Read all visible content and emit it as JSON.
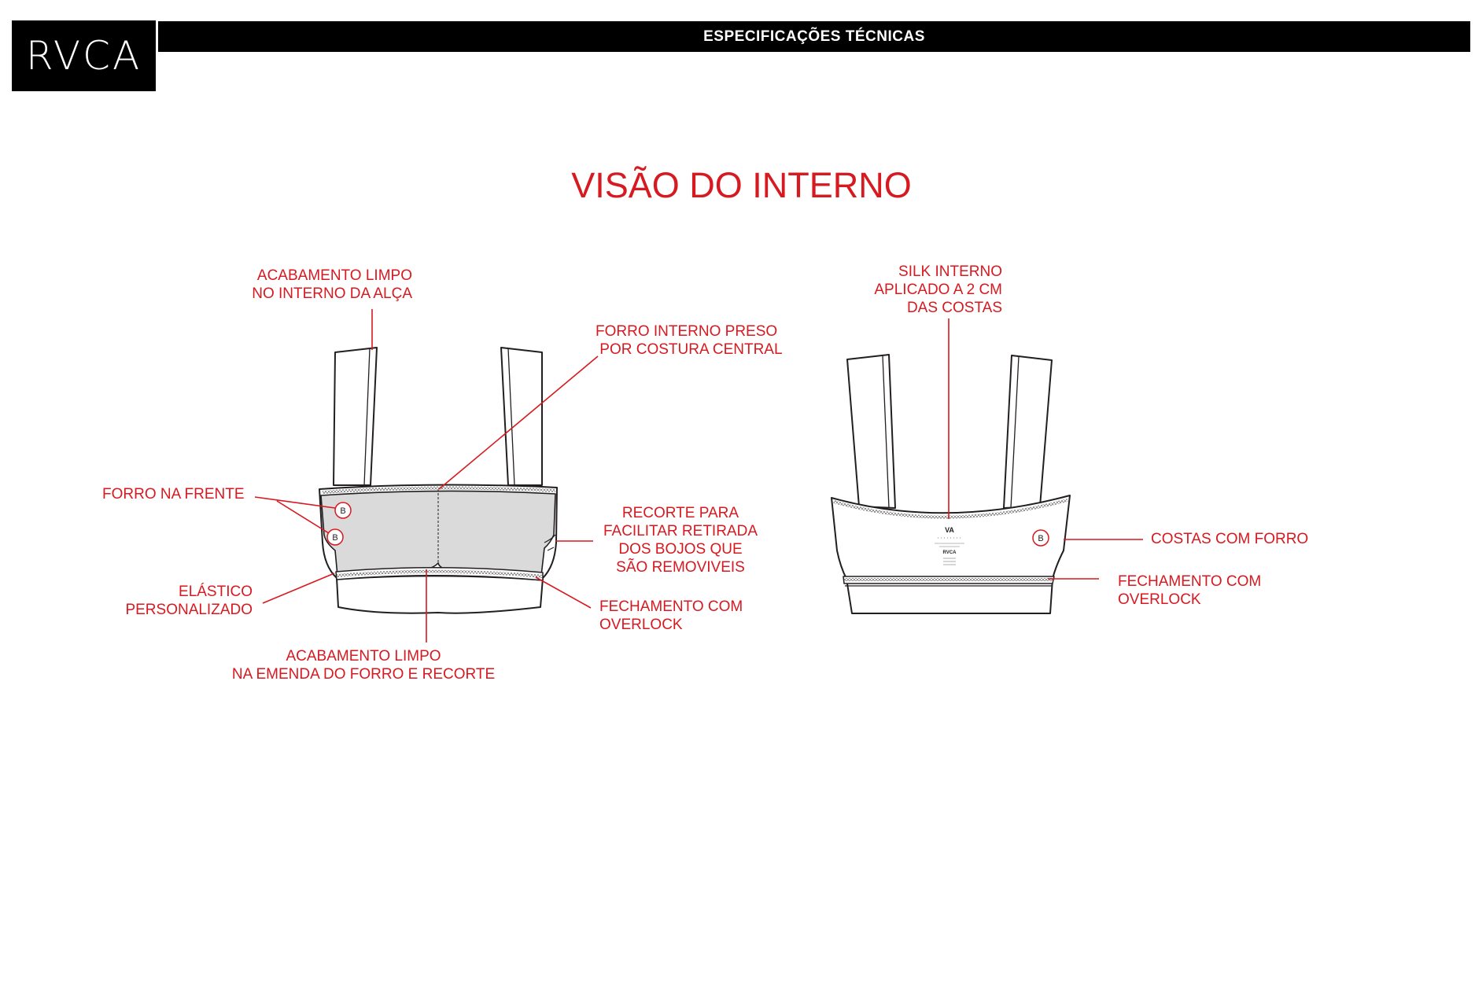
{
  "brand": {
    "logo_text": "RVCA"
  },
  "header": {
    "title": "ESPECIFICAÇÕES TÉCNICAS"
  },
  "page_title": "VISÃO DO INTERNO",
  "colors": {
    "accent": "#d71920",
    "ink": "#231f20",
    "lining": "#dadada",
    "header_bg": "#000000"
  },
  "front_view": {
    "labels": {
      "strap_finish": "ACABAMENTO LIMPO\nNO INTERNO DA ALÇA",
      "inner_lining": "FORRO INTERNO PRESO\n POR COSTURA CENTRAL",
      "front_lining": "FORRO NA FRENTE",
      "cut_removable": "RECORTE PARA\nFACILITAR RETIRADA\nDOS BOJOS QUE\nSÃO REMOVIVEIS",
      "elastic": "ELÁSTICO\nPERSONALIZADO",
      "overlock": "FECHAMENTO COM\nOVERLOCK",
      "seam_finish": "ACABAMENTO LIMPO\nNA EMENDA DO FORRO E RECORTE"
    },
    "badges": [
      "B",
      "B"
    ]
  },
  "back_view": {
    "labels": {
      "silk": "SILK INTERNO\nAPLICADO A 2 CM\nDAS COSTAS",
      "back_lining": "COSTAS COM FORRO",
      "overlock": "FECHAMENTO COM\nOVERLOCK"
    },
    "badges": [
      "B"
    ],
    "silk_label": {
      "mark": "VA",
      "brand": "RVCA"
    }
  }
}
